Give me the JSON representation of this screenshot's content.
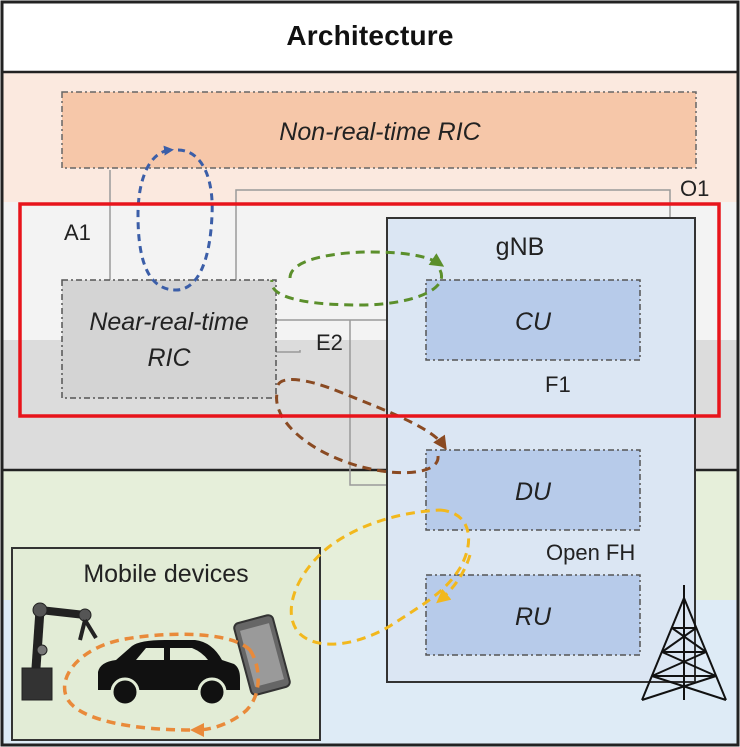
{
  "title": "Architecture",
  "boxes": {
    "non_rt_ric": "Non-real-time RIC",
    "near_rt_ric_line1": "Near-real-time",
    "near_rt_ric_line2": "RIC",
    "gnb": "gNB",
    "cu": "CU",
    "du": "DU",
    "ru": "RU",
    "mobile_devices": "Mobile devices"
  },
  "interfaces": {
    "a1": "A1",
    "o1": "O1",
    "e2": "E2",
    "f1": "F1",
    "open_fh": "Open FH"
  },
  "colors": {
    "band_top": "#fbe9df",
    "band_mid": "#f3f3f3",
    "band_mid_gray": "#dcdcdc",
    "band_green": "#e6efda",
    "band_blue": "#deebf6",
    "non_rt_ric_fill": "#f6c7a9",
    "near_rt_ric_fill": "#d4d4d4",
    "gnb_fill": "#dbe6f3",
    "unit_fill": "#b7cbea",
    "mobile_fill": "#e2ecd6",
    "highlight": "#e8141b",
    "loop_blue": "#3b5ea8",
    "loop_green": "#5b8f2b",
    "loop_brown": "#8a4a22",
    "loop_yellow": "#f2b81d",
    "loop_orange": "#e98a3a"
  },
  "icons": [
    "robot-arm-icon",
    "car-icon",
    "smartphone-icon",
    "cell-tower-icon"
  ]
}
